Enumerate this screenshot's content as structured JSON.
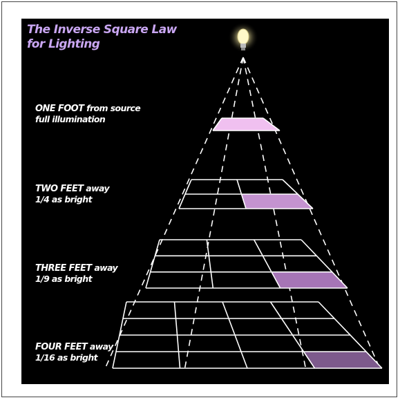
{
  "title": {
    "line1": "The Inverse Square Law",
    "line2": "for Lighting"
  },
  "levels": [
    {
      "distance": "ONE FOOT",
      "distance_suffix": " from source",
      "brightness": "full illumination",
      "grid_divisions": 1
    },
    {
      "distance": "TWO FEET",
      "distance_suffix": " away",
      "brightness": "1/4 as bright",
      "grid_divisions": 2
    },
    {
      "distance": "THREE FEET",
      "distance_suffix": " away",
      "brightness": "1/9 as bright",
      "grid_divisions": 3
    },
    {
      "distance": "FOUR FEET",
      "distance_suffix": " away",
      "brightness": "1/16 as bright",
      "grid_divisions": 4
    }
  ],
  "colors": {
    "background": "#000000",
    "title": "#c9a6f2",
    "label": "#ffffff",
    "grid_line": "#ffffff",
    "cell_fills": [
      "#f0c0f0",
      "#c493d0",
      "#a675b6",
      "#7d5a8c"
    ],
    "bulb_glow": "#fffbd0"
  },
  "icons": {
    "source": "light-bulb-icon"
  }
}
